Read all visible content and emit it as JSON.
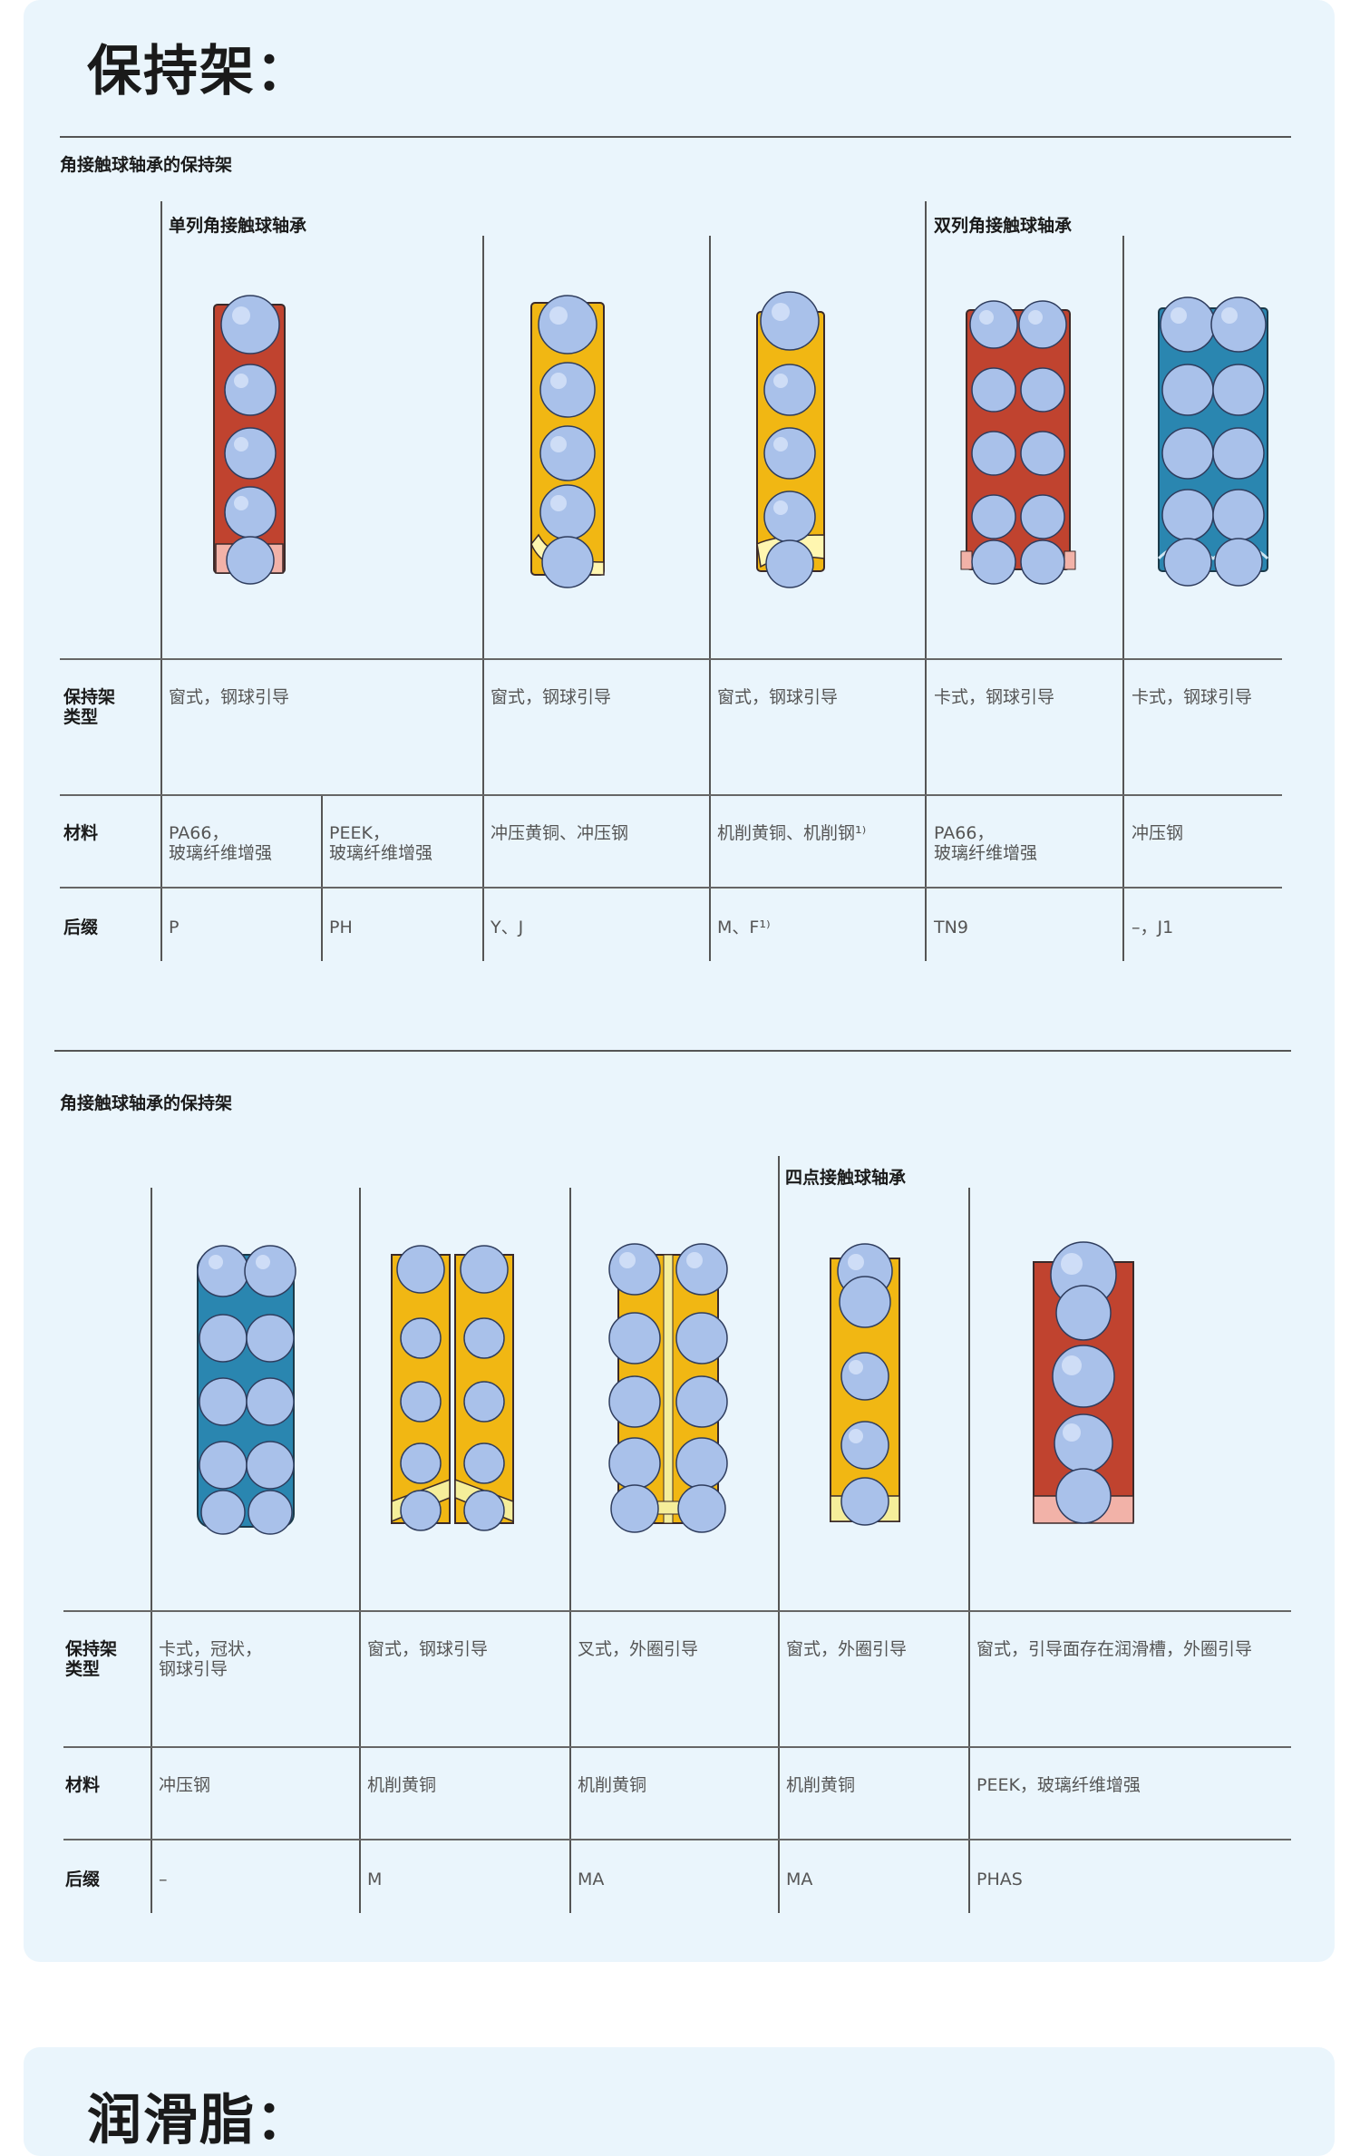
{
  "page": {
    "title": "保持架："
  },
  "table1": {
    "title": "角接触球轴承的保持架",
    "groups": [
      "单列角接触球轴承",
      "双列角接触球轴承"
    ],
    "row_labels": [
      "保持架\n类型",
      "材料",
      "后缀"
    ],
    "types": [
      "窗式，钢球引导",
      "窗式，钢球引导",
      "窗式，钢球引导",
      "卡式，钢球引导",
      "卡式，钢球引导"
    ],
    "materials": [
      "PA66，\n玻璃纤维增强",
      "PEEK，\n玻璃纤维增强",
      "冲压黄铜、冲压钢",
      "机削黄铜、机削钢¹⁾",
      "PA66，\n玻璃纤维增强",
      "冲压钢"
    ],
    "suffixes": [
      "P",
      "PH",
      "Y、J",
      "M、F¹⁾",
      "TN9",
      "–，J1"
    ]
  },
  "table2": {
    "title": "角接触球轴承的保持架",
    "groups": [
      "四点接触球轴承"
    ],
    "row_labels": [
      "保持架\n类型",
      "材料",
      "后缀"
    ],
    "types": [
      "卡式，冠状，\n钢球引导",
      "窗式，钢球引导",
      "叉式，外圈引导",
      "窗式，外圈引导",
      "窗式，引导面存在润滑槽，外圈引导"
    ],
    "materials": [
      "冲压钢",
      "机削黄铜",
      "机削黄铜",
      "机削黄铜",
      "PEEK，玻璃纤维增强"
    ],
    "suffixes": [
      "–",
      "M",
      "MA",
      "MA",
      "PHAS"
    ]
  },
  "next_section": {
    "title": "润滑脂："
  },
  "colors": {
    "card_bg": "#eaf5fc",
    "cage_red": "#c0432f",
    "cage_yellow": "#f1b713",
    "cage_blue": "#2a86b0",
    "ball": "#9fb8e2"
  },
  "icons": [
    "cage-polyamide-window-icon",
    "cage-brass-window-icon",
    "cage-machined-window-icon",
    "cage-double-snap-polyamide-icon",
    "cage-double-snap-steel-icon",
    "cage-crown-steel-icon",
    "cage-double-window-brass-icon",
    "cage-prong-brass-icon",
    "cage-fourpoint-brass-icon",
    "cage-peek-window-icon"
  ]
}
